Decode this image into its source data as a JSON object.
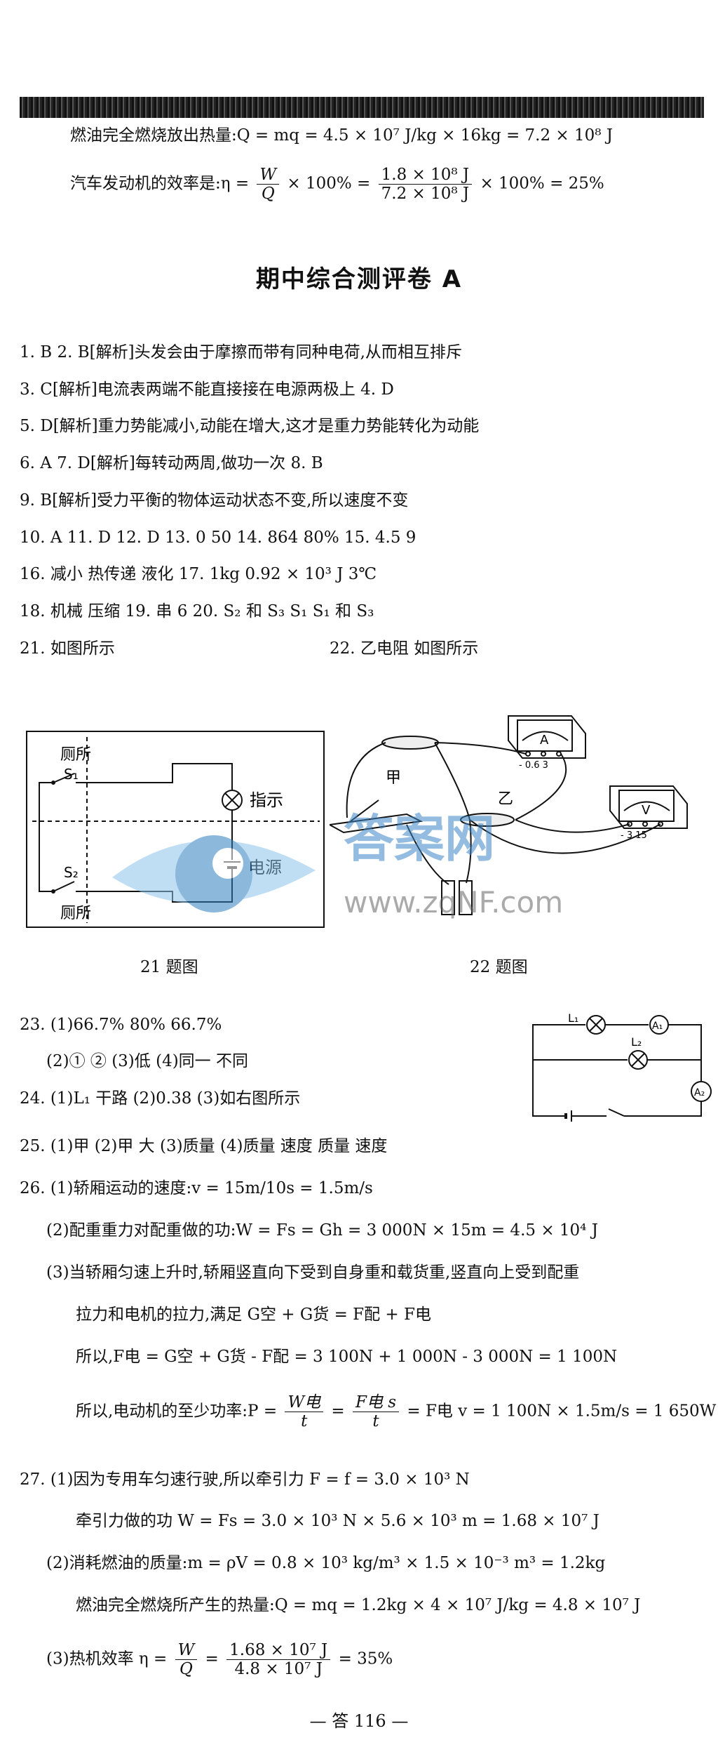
{
  "intro": {
    "line1": "燃油完全燃烧放出热量:Q = mq = 4.5 × 10⁷ J/kg × 16kg = 7.2 × 10⁸ J",
    "line2_prefix": "汽车发动机的效率是:η =",
    "line2_frac_num": "W",
    "line2_frac_den": "Q",
    "line2_mid": "× 100%  =",
    "line2_frac2_num": "1.8 × 10⁸ J",
    "line2_frac2_den": "7.2 × 10⁸ J",
    "line2_suffix": "× 100%  = 25%"
  },
  "title": "期中综合测评卷 A",
  "answers": {
    "a1": "1. B   2. B[解析]头发会由于摩擦而带有同种电荷,从而相互排斥",
    "a3": "3. C[解析]电流表两端不能直接接在电源两极上   4. D",
    "a5": "5. D[解析]重力势能减小,动能在增大,这才是重力势能转化为动能",
    "a6": "6. A   7. D[解析]每转动两周,做功一次   8. B",
    "a9": "9. B[解析]受力平衡的物体运动状态不变,所以速度不变",
    "a10": "10. A   11. D   12. D   13. 0   50   14. 864   80%   15. 4.5   9",
    "a16": "16. 减小   热传递   液化   17. 1kg   0.92 × 10³ J   3℃",
    "a18": "18. 机械   压缩   19. 串   6   20. S₂ 和 S₃   S₁   S₁ 和 S₃",
    "a21": "21. 如图所示",
    "a22": "22. 乙电阻   如图所示"
  },
  "fig21": {
    "label_top": "厕所",
    "s1": "S₁",
    "s2": "S₂",
    "label_bottom": "厕所",
    "lamp_label": "指示",
    "source_label": "电源",
    "caption": "21 题图"
  },
  "fig22": {
    "jia": "甲",
    "yi": "乙",
    "ammeter": "A",
    "ammeter_scale": "- 0.6 3",
    "voltmeter": "V",
    "voltmeter_scale": "- 3 15",
    "caption": "22 题图"
  },
  "watermark": {
    "text": "答案网",
    "url": "www.zqNF.com"
  },
  "q23": {
    "l1": "23. (1)66.7%    80%    66.7%",
    "l2": "(2)①   ②   (3)低   (4)同一   不同"
  },
  "q24": "24. (1)L₁    干路   (2)0.38   (3)如右图所示",
  "q24_fig": {
    "l1": "L₁",
    "l2": "L₂",
    "a1": "A₁",
    "a2": "A₂"
  },
  "q25": "25. (1)甲   (2)甲   大   (3)质量   (4)质量   速度   质量   速度",
  "q26": {
    "l1": "26. (1)轿厢运动的速度:v = 15m/10s = 1.5m/s",
    "l2": "(2)配重重力对配重做的功:W = Fs = Gh = 3 000N × 15m = 4.5 × 10⁴ J",
    "l3": "(3)当轿厢匀速上升时,轿厢竖直向下受到自身重和载货重,竖直向上受到配重",
    "l4": "拉力和电机的拉力,满足 G空 + G货 = F配 + F电",
    "l5": "所以,F电 = G空 + G货 - F配 = 3 100N + 1 000N - 3 000N = 1 100N",
    "l6_prefix": "所以,电动机的至少功率:P =",
    "l6_f1n": "W电",
    "l6_f1d": "t",
    "l6_f2n": "F电 s",
    "l6_f2d": "t",
    "l6_suffix": "= F电 v = 1 100N × 1.5m/s = 1 650W"
  },
  "q27": {
    "l1": "27. (1)因为专用车匀速行驶,所以牵引力 F = f = 3.0 × 10³ N",
    "l2": "牵引力做的功 W = Fs = 3.0 × 10³ N × 5.6 × 10³ m = 1.68 × 10⁷ J",
    "l3": "(2)消耗燃油的质量:m = ρV = 0.8 × 10³ kg/m³ × 1.5 × 10⁻³ m³ = 1.2kg",
    "l4": "燃油完全燃烧所产生的热量:Q = mq = 1.2kg × 4 × 10⁷ J/kg = 4.8 × 10⁷ J",
    "l5_prefix": "(3)热机效率 η =",
    "l5_f1n": "W",
    "l5_f1d": "Q",
    "l5_f2n": "1.68 × 10⁷ J",
    "l5_f2d": "4.8 × 10⁷ J",
    "l5_suffix": "= 35%"
  },
  "page_number": "— 答 116 —"
}
